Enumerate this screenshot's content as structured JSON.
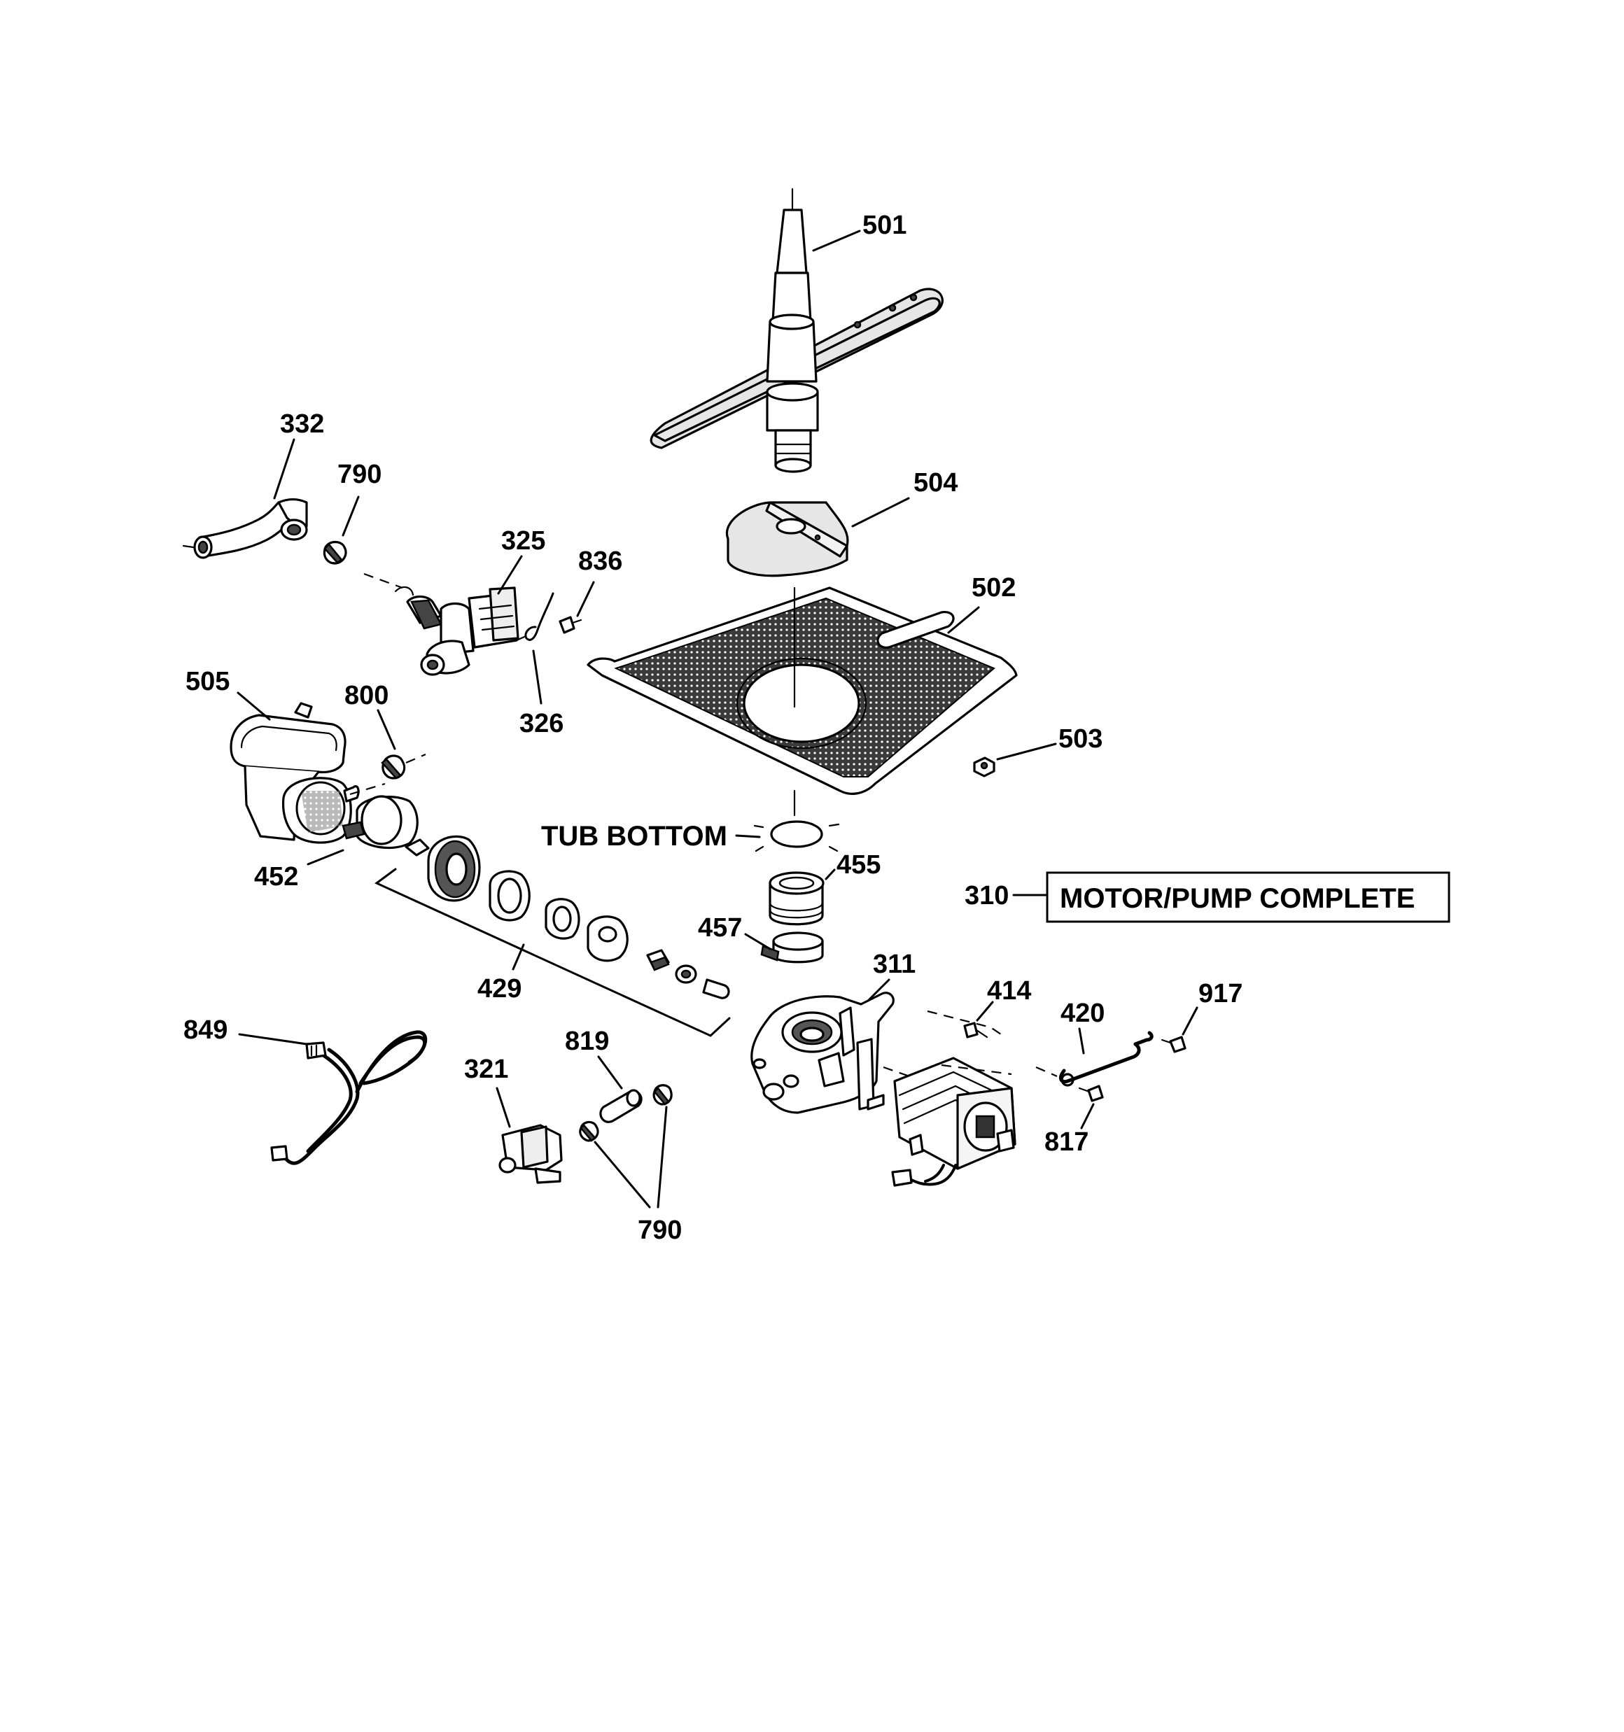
{
  "labels": {
    "p501": "501",
    "p504": "504",
    "p502": "502",
    "p503": "503",
    "p332": "332",
    "p790a": "790",
    "p325": "325",
    "p836": "836",
    "p326": "326",
    "p505": "505",
    "p800": "800",
    "p452": "452",
    "p429": "429",
    "tub_bottom": "TUB BOTTOM",
    "p455": "455",
    "p457": "457",
    "p310": "310",
    "motor_pump_complete": "MOTOR/PUMP COMPLETE",
    "p311": "311",
    "p414": "414",
    "p420": "420",
    "p917": "917",
    "p817": "817",
    "p849": "849",
    "p321": "321",
    "p819": "819",
    "p790b": "790"
  }
}
